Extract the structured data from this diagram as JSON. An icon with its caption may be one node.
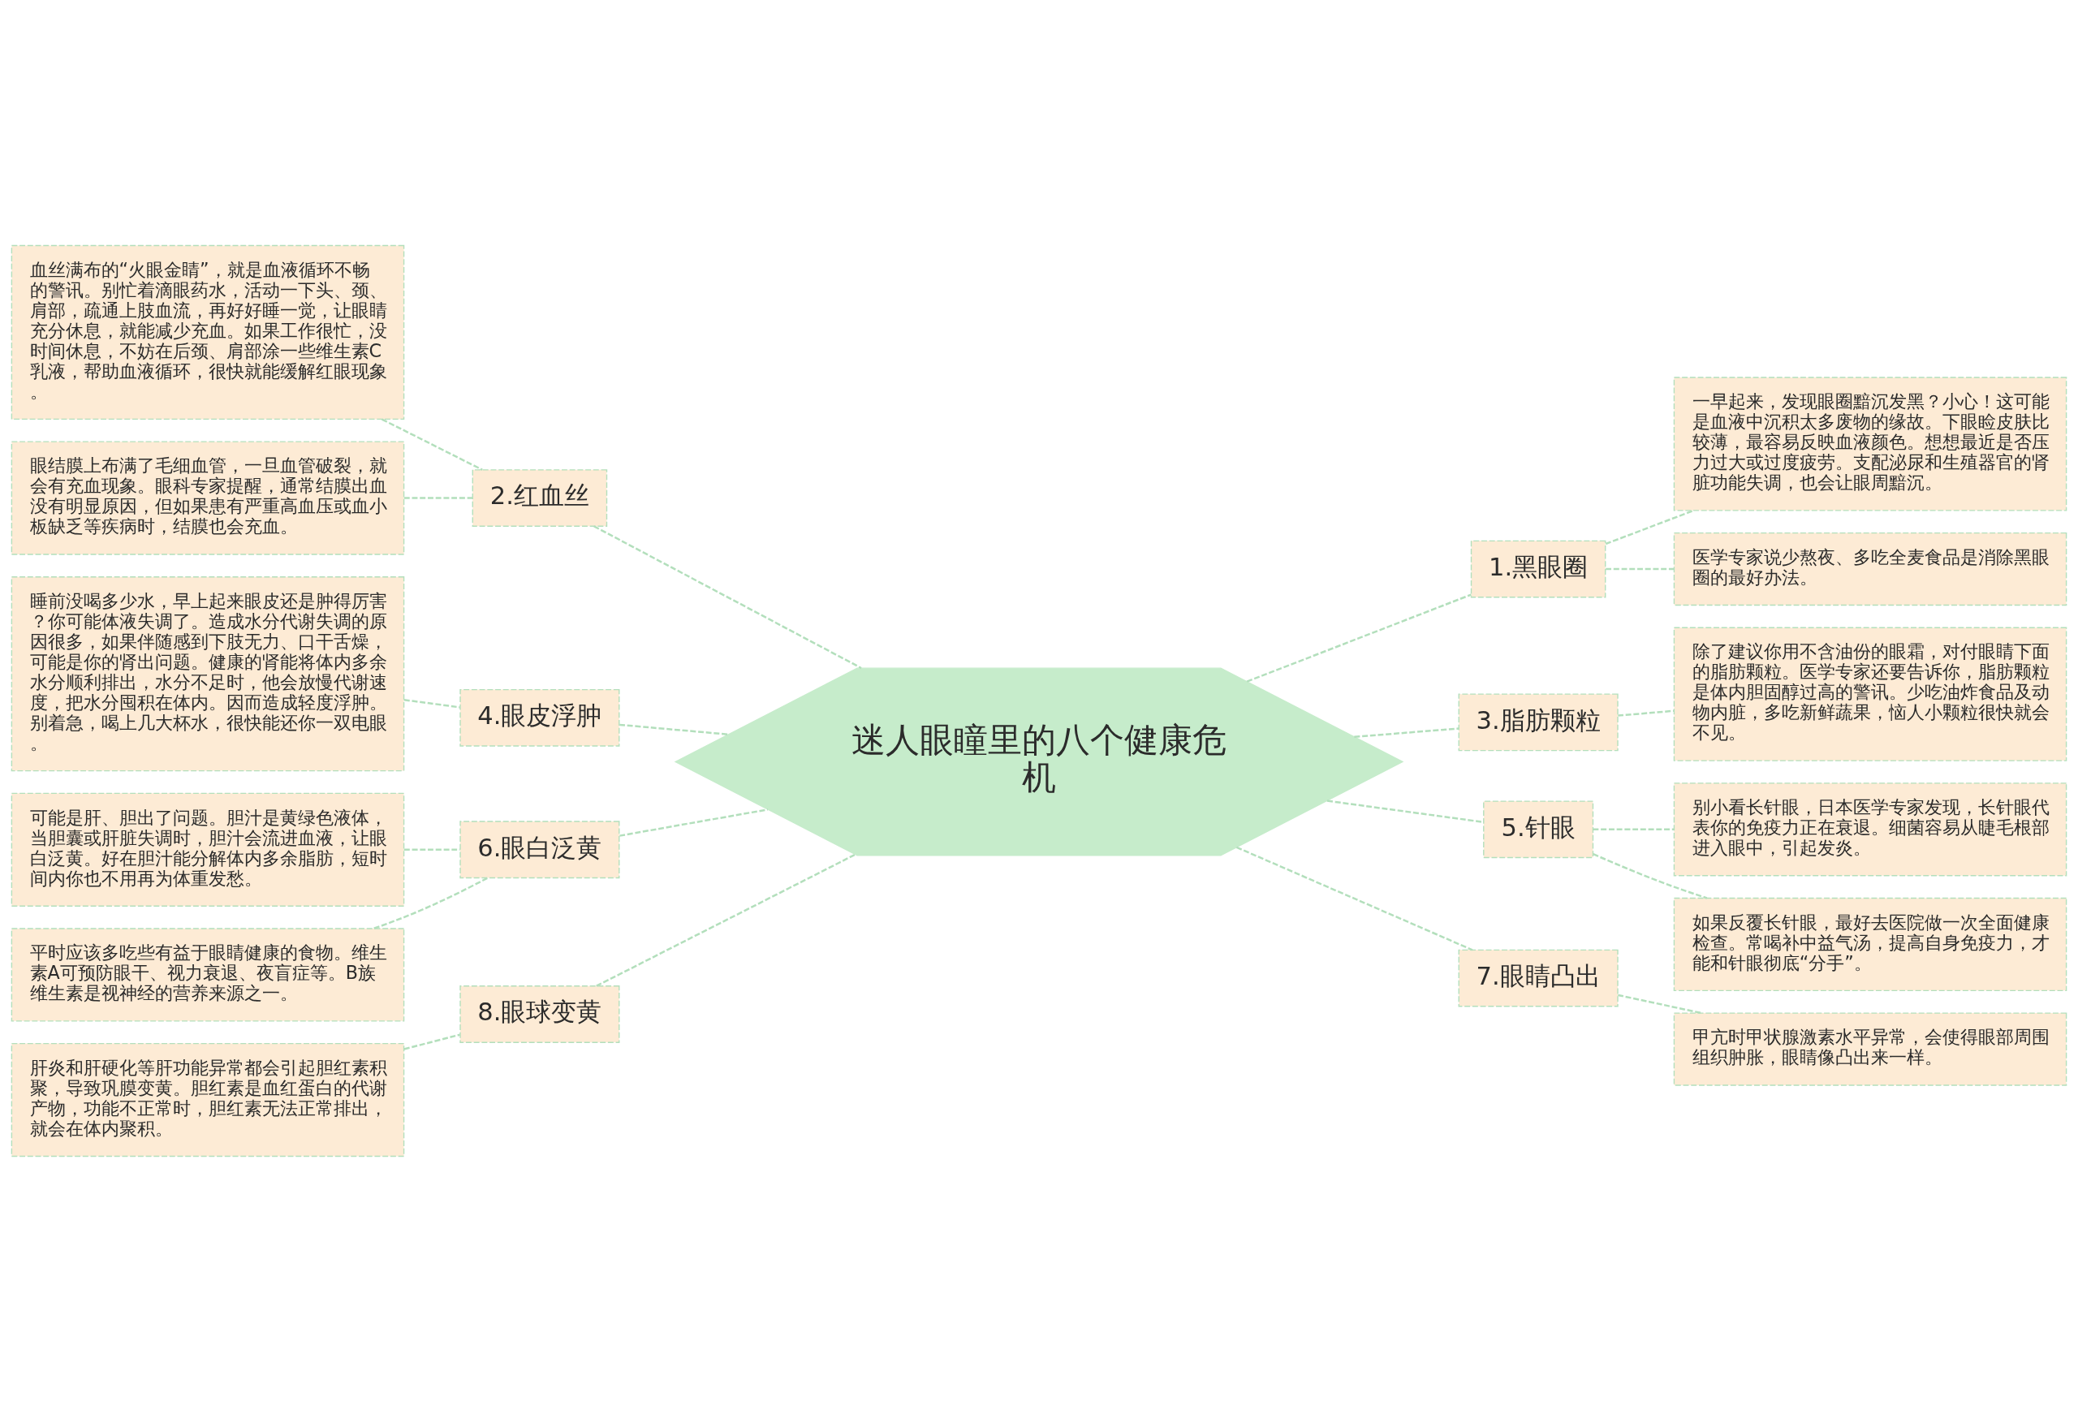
{
  "diagram": {
    "nodes": [
      {
        "text": [
          "迷人眼瞳里的八个健康危机"
        ]
      },
      {
        "text": [
          "1.黑眼圈"
        ]
      },
      {
        "text": [
          "一早起来，发现眼圈黯沉发黑？小心！这可能是血液中沉积太多废物的缘故。下眼睑皮肤比较薄，最容易反映血液颜色。想想最近是否压力过大或过度疲劳。支配泌尿和生殖器官的肾脏功能失调，也会让眼周黯沉。"
        ]
      },
      {
        "text": [
          "医学专家说少熬夜、多吃全麦食品是消除黑眼圈的最好办法。"
        ]
      },
      {
        "text": [
          "2.红血丝"
        ]
      },
      {
        "text": [
          "血丝满布的“火眼金睛”，就是血液循环不畅的警讯。别忙着滴眼药水，活动一下头、颈、肩部，疏通上肢血流，再好好睡一觉，让眼睛充分休息，就能减少充血。如果工作很忙，没时间休息，不妨在后颈、肩部涂一些维生素C乳液，帮助血液循环，很快就能缓解红眼现象。"
        ]
      },
      {
        "text": [
          "眼结膜上布满了毛细血管，一旦血管破裂，就会有充血现象。眼科专家提醒，通常结膜出血没有明显原因，但如果患有严重高血压或血小板缺乏等疾病时，结膜也会充血。"
        ]
      },
      {
        "text": [
          "3.脂肪颗粒"
        ]
      },
      {
        "text": [
          "除了建议你用不含油份的眼霜，对付眼睛下面的脂肪颗粒。医学专家还要告诉你，脂肪颗粒是体内胆固醇过高的警讯。少吃油炸食品及动物内脏，多吃新鲜蔬果，恼人小颗粒很快就会不见。"
        ]
      },
      {
        "text": [
          "4.眼皮浮肿"
        ]
      },
      {
        "text": [
          "睡前没喝多少水，早上起来眼皮还是肿得厉害？你可能体液失调了。造成水分代谢失调的原因很多，如果伴随感到下肢无力、口干舌燥，可能是你的肾出问题。健康的肾能将体内多余水分顺利排出，水分不足时，他会放慢代谢速度，把水分囤积在体内。因而造成轻度浮肿。别着急，喝上几大杯水，很快能还你一双电眼。"
        ]
      },
      {
        "text": [
          "5.针眼"
        ]
      },
      {
        "text": [
          "别小看长针眼，日本医学专家发现，长针眼代表你的免疫力正在衰退。细菌容易从睫毛根部进入眼中，引起发炎。"
        ]
      },
      {
        "text": [
          "如果反覆长针眼，最好去医院做一次全面健康检查。常喝补中益气汤，提高自身免疫力，才能和针眼彻底“分手”。"
        ]
      },
      {
        "text": [
          "6.眼白泛黄"
        ]
      },
      {
        "text": [
          "可能是肝、胆出了问题。胆汁是黄绿色液体，当胆囊或肝脏失调时，胆汁会流进血液，让眼白泛黄。好在胆汁能分解体内多余脂肪，短时间内你也不用再为体重发愁。"
        ]
      },
      {
        "text": [
          "平时应该多吃些有益于眼睛健康的食物。维生素A可预防眼干、视力衰退、夜盲症等。B族维生素是视神经的营养来源之一。"
        ]
      },
      {
        "text": [
          "7.眼睛凸出"
        ]
      },
      {
        "text": [
          "甲亢时甲状腺激素水平异常，会使得眼部周围组织肿胀，眼睛像凸出来一样。"
        ]
      },
      {
        "text": [
          "8.眼球变黄"
        ]
      },
      {
        "text": [
          "肝炎和肝硬化等肝功能异常都会引起胆红素积聚，导致巩膜变黄。胆红素是血红蛋白的代谢产物，功能不正常时，胆红素无法正常排出，就会在体内聚积。"
        ]
      }
    ],
    "edges": [
      {
        "from": 0,
        "to": 1,
        "arrow": "none"
      },
      {
        "from": 1,
        "to": 2,
        "arrow": "none"
      },
      {
        "from": 1,
        "to": 3,
        "arrow": "none"
      },
      {
        "from": 0,
        "to": 4,
        "arrow": "none"
      },
      {
        "from": 4,
        "to": 5,
        "arrow": "none"
      },
      {
        "from": 4,
        "to": 6,
        "arrow": "none"
      },
      {
        "from": 0,
        "to": 7,
        "arrow": "none"
      },
      {
        "from": 7,
        "to": 8,
        "arrow": "none"
      },
      {
        "from": 0,
        "to": 9,
        "arrow": "none"
      },
      {
        "from": 9,
        "to": 10,
        "arrow": "none"
      },
      {
        "from": 0,
        "to": 11,
        "arrow": "none"
      },
      {
        "from": 11,
        "to": 12,
        "arrow": "none"
      },
      {
        "from": 11,
        "to": 13,
        "arrow": "none"
      },
      {
        "from": 0,
        "to": 14,
        "arrow": "none"
      },
      {
        "from": 14,
        "to": 15,
        "arrow": "none"
      },
      {
        "from": 14,
        "to": 16,
        "arrow": "none"
      },
      {
        "from": 0,
        "to": 17,
        "arrow": "none"
      },
      {
        "from": 17,
        "to": 18,
        "arrow": "none"
      },
      {
        "from": 0,
        "to": 19,
        "arrow": "none"
      },
      {
        "from": 19,
        "to": 20,
        "arrow": "none"
      }
    ]
  }
}
